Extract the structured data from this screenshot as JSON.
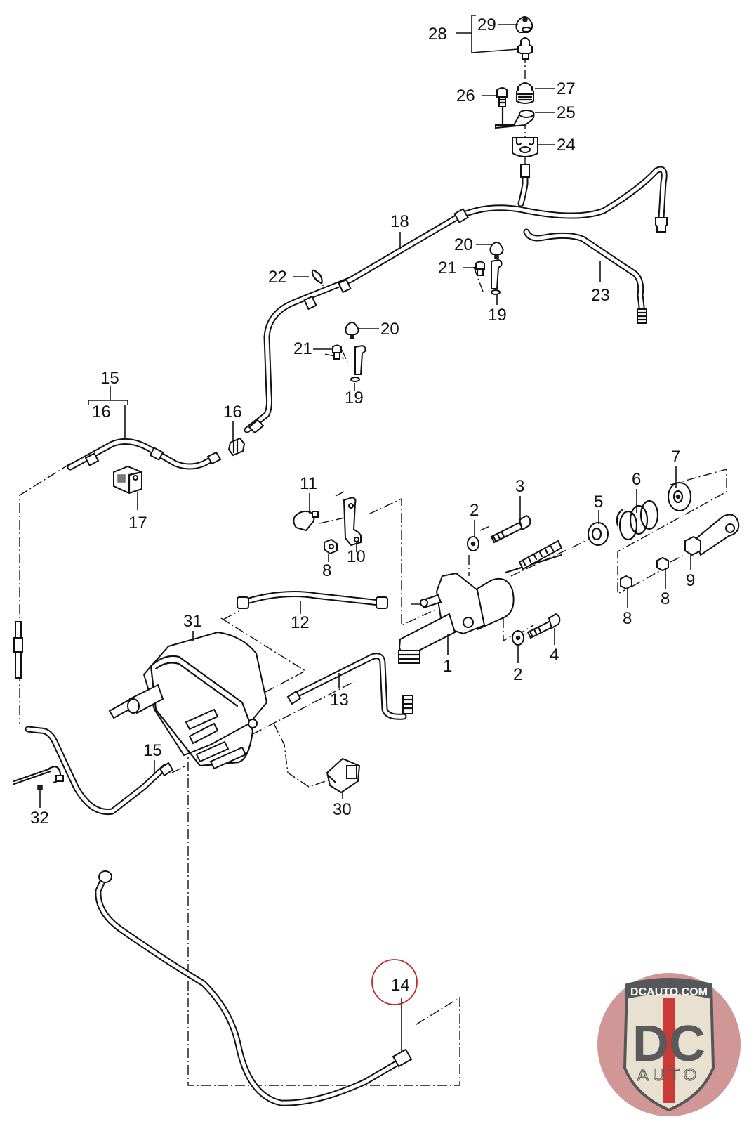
{
  "diagram": {
    "title": "Clutch hydraulic system exploded parts diagram",
    "highlighted_part": "14",
    "highlight_color": "#c8262a",
    "callouts": [
      {
        "id": "c1",
        "label": "1",
        "part": "clutch master cylinder"
      },
      {
        "id": "c2a",
        "label": "2",
        "part": "washer"
      },
      {
        "id": "c2b",
        "label": "2",
        "part": "washer"
      },
      {
        "id": "c3",
        "label": "3",
        "part": "bolt"
      },
      {
        "id": "c4",
        "label": "4",
        "part": "bolt"
      },
      {
        "id": "c5",
        "label": "5",
        "part": "spring seat"
      },
      {
        "id": "c6",
        "label": "6",
        "part": "spring"
      },
      {
        "id": "c7",
        "label": "7",
        "part": "spring cup"
      },
      {
        "id": "c8a",
        "label": "8",
        "part": "nut"
      },
      {
        "id": "c8b",
        "label": "8",
        "part": "nut"
      },
      {
        "id": "c8c",
        "label": "8",
        "part": "nut"
      },
      {
        "id": "c9",
        "label": "9",
        "part": "clevis / rod end"
      },
      {
        "id": "c10",
        "label": "10",
        "part": "bracket"
      },
      {
        "id": "c11",
        "label": "11",
        "part": "switch"
      },
      {
        "id": "c12",
        "label": "12",
        "part": "hose"
      },
      {
        "id": "c13",
        "label": "13",
        "part": "pipe"
      },
      {
        "id": "c14",
        "label": "14",
        "part": "hose"
      },
      {
        "id": "c15a",
        "label": "15",
        "part": "line assembly"
      },
      {
        "id": "c16a",
        "label": "16",
        "part": "line"
      },
      {
        "id": "c15b",
        "label": "15",
        "part": "line"
      },
      {
        "id": "c16b",
        "label": "16",
        "part": "adapter fitting"
      },
      {
        "id": "c17",
        "label": "17",
        "part": "holder block"
      },
      {
        "id": "c18",
        "label": "18",
        "part": "line"
      },
      {
        "id": "c19a",
        "label": "19",
        "part": "bracket"
      },
      {
        "id": "c19b",
        "label": "19",
        "part": "bracket"
      },
      {
        "id": "c20a",
        "label": "20",
        "part": "clip"
      },
      {
        "id": "c20b",
        "label": "20",
        "part": "clip"
      },
      {
        "id": "c21a",
        "label": "21",
        "part": "screw"
      },
      {
        "id": "c21b",
        "label": "21",
        "part": "screw"
      },
      {
        "id": "c22",
        "label": "22",
        "part": "clip"
      },
      {
        "id": "c23",
        "label": "23",
        "part": "pipe"
      },
      {
        "id": "c24",
        "label": "24",
        "part": "retainer"
      },
      {
        "id": "c25",
        "label": "25",
        "part": "bracket"
      },
      {
        "id": "c26",
        "label": "26",
        "part": "screw"
      },
      {
        "id": "c27",
        "label": "27",
        "part": "bleeder fitting"
      },
      {
        "id": "c28",
        "label": "28",
        "part": "bleed valve set"
      },
      {
        "id": "c29",
        "label": "29",
        "part": "cap"
      },
      {
        "id": "c30",
        "label": "30",
        "part": "sensor"
      },
      {
        "id": "c31",
        "label": "31",
        "part": "slave cylinder / release unit"
      },
      {
        "id": "c32",
        "label": "32",
        "part": "cable tie / clip"
      }
    ]
  },
  "watermark": {
    "site": "DCAUTO.COM",
    "brand_main": "DC",
    "brand_sub": "AUTO",
    "colors": {
      "circle": "#c98584",
      "shield": "#e8e1cf",
      "letters": "#5a5a5c",
      "stripe": "#cc3a35",
      "band": "#55575a"
    }
  }
}
